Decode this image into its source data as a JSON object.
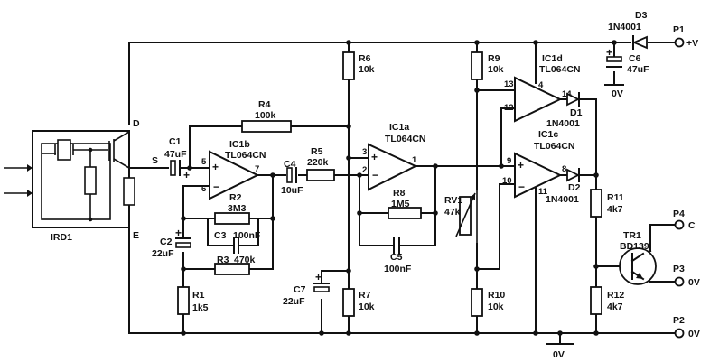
{
  "components": {
    "ird1": {
      "ref": "IRD1",
      "pin_d": "D",
      "pin_s": "S",
      "pin_e": "E"
    },
    "c1": {
      "ref": "C1",
      "value": "47uF"
    },
    "c2": {
      "ref": "C2",
      "value": "22uF"
    },
    "c3": {
      "ref": "C3",
      "value": "100nF"
    },
    "c4": {
      "ref": "C4",
      "value": "10uF"
    },
    "c5": {
      "ref": "C5",
      "value": "100nF"
    },
    "c6": {
      "ref": "C6",
      "value": "47uF"
    },
    "c7": {
      "ref": "C7",
      "value": "22uF"
    },
    "r1": {
      "ref": "R1",
      "value": "1k5"
    },
    "r2": {
      "ref": "R2",
      "value": "3M3"
    },
    "r3": {
      "ref": "R3",
      "value": "470k"
    },
    "r4": {
      "ref": "R4",
      "value": "100k"
    },
    "r5": {
      "ref": "R5",
      "value": "220k"
    },
    "r6": {
      "ref": "R6",
      "value": "10k"
    },
    "r7": {
      "ref": "R7",
      "value": "10k"
    },
    "r8": {
      "ref": "R8",
      "value": "1M5"
    },
    "r9": {
      "ref": "R9",
      "value": "10k"
    },
    "r10": {
      "ref": "R10",
      "value": "10k"
    },
    "r11": {
      "ref": "R11",
      "value": "4k7"
    },
    "r12": {
      "ref": "R12",
      "value": "4k7"
    },
    "rv1": {
      "ref": "RV1",
      "value": "47k"
    },
    "ic1a": {
      "ref": "IC1a",
      "part": "TL064CN"
    },
    "ic1b": {
      "ref": "IC1b",
      "part": "TL064CN"
    },
    "ic1c": {
      "ref": "IC1c",
      "part": "TL064CN"
    },
    "ic1d": {
      "ref": "IC1d",
      "part": "TL064CN"
    },
    "d1": {
      "ref": "D1",
      "part": "1N4001"
    },
    "d2": {
      "ref": "D2",
      "part": "1N4001"
    },
    "d3": {
      "ref": "D3",
      "part": "1N4001"
    },
    "tr1": {
      "ref": "TR1",
      "part": "BD139"
    },
    "p1": {
      "ref": "P1",
      "net": "+V"
    },
    "p2": {
      "ref": "P2",
      "net": "0V"
    },
    "p3": {
      "ref": "P3",
      "net": "0V"
    },
    "p4": {
      "ref": "P4",
      "net": "C"
    },
    "ground_bottom": "0V",
    "ground_c6": "0V"
  },
  "pins": {
    "ic1b": {
      "plus": "5",
      "minus": "6",
      "out": "7"
    },
    "ic1a": {
      "plus": "3",
      "minus": "2",
      "out": "1"
    },
    "ic1d": {
      "a": "13",
      "b": "12",
      "out": "14",
      "supply": "4"
    },
    "ic1c": {
      "plus": "9",
      "minus": "10",
      "out": "8",
      "gnd": "11"
    }
  },
  "signs": {
    "plus": "+",
    "minus": "−"
  }
}
